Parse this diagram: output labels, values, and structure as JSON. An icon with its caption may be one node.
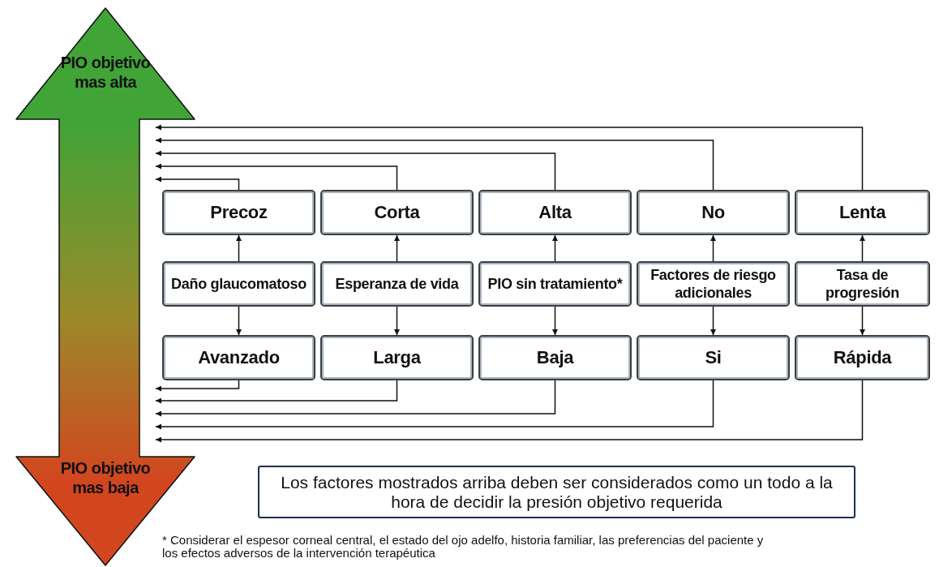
{
  "diagram": {
    "nodes": [
      {
        "text": [
          "PIO objetivo mas alta",
          "PIO objetivo mas baja"
        ]
      },
      {
        "text": [
          "Precoz"
        ]
      },
      {
        "text": [
          "Corta"
        ]
      },
      {
        "text": [
          "Alta"
        ]
      },
      {
        "text": [
          "No"
        ]
      },
      {
        "text": [
          "Lenta"
        ]
      },
      {
        "text": [
          "Daño glaucomatoso"
        ]
      },
      {
        "text": [
          "Esperanza de vida"
        ]
      },
      {
        "text": [
          "PIO sin tratamiento*"
        ]
      },
      {
        "text": [
          "Factores de riesgo adicionales"
        ]
      },
      {
        "text": [
          "Tasa de progresión"
        ]
      },
      {
        "text": [
          "Avanzado"
        ]
      },
      {
        "text": [
          "Larga"
        ]
      },
      {
        "text": [
          "Baja"
        ]
      },
      {
        "text": [
          "Si"
        ]
      },
      {
        "text": [
          "Rápida"
        ]
      },
      {
        "text": [
          "Los factores mostrados arriba deben ser considerados como un todo a la hora de decidir la presión objetivo requerida"
        ]
      }
    ],
    "edges": [
      {
        "from": 6,
        "to": 1,
        "arrow": "to"
      },
      {
        "from": 6,
        "to": 11,
        "arrow": "to"
      },
      {
        "from": 7,
        "to": 2,
        "arrow": "to"
      },
      {
        "from": 7,
        "to": 12,
        "arrow": "to"
      },
      {
        "from": 8,
        "to": 3,
        "arrow": "to"
      },
      {
        "from": 8,
        "to": 13,
        "arrow": "to"
      },
      {
        "from": 9,
        "to": 4,
        "arrow": "to"
      },
      {
        "from": 9,
        "to": 14,
        "arrow": "to"
      },
      {
        "from": 10,
        "to": 5,
        "arrow": "to"
      },
      {
        "from": 10,
        "to": 15,
        "arrow": "to"
      },
      {
        "from": 1,
        "to": 0,
        "arrow": "to"
      },
      {
        "from": 2,
        "to": 0,
        "arrow": "to"
      },
      {
        "from": 3,
        "to": 0,
        "arrow": "to"
      },
      {
        "from": 4,
        "to": 0,
        "arrow": "to"
      },
      {
        "from": 5,
        "to": 0,
        "arrow": "to"
      },
      {
        "from": 11,
        "to": 0,
        "arrow": "to"
      },
      {
        "from": 12,
        "to": 0,
        "arrow": "to"
      },
      {
        "from": 13,
        "to": 0,
        "arrow": "to"
      },
      {
        "from": 14,
        "to": 0,
        "arrow": "to"
      },
      {
        "from": 15,
        "to": 0,
        "arrow": "to"
      }
    ],
    "labels": [
      "* Considerar el espesor corneal central, el estado del ojo adelfo, historia familiar, las preferencias del paciente y los efectos adversos de la intervención terapéutica"
    ]
  }
}
